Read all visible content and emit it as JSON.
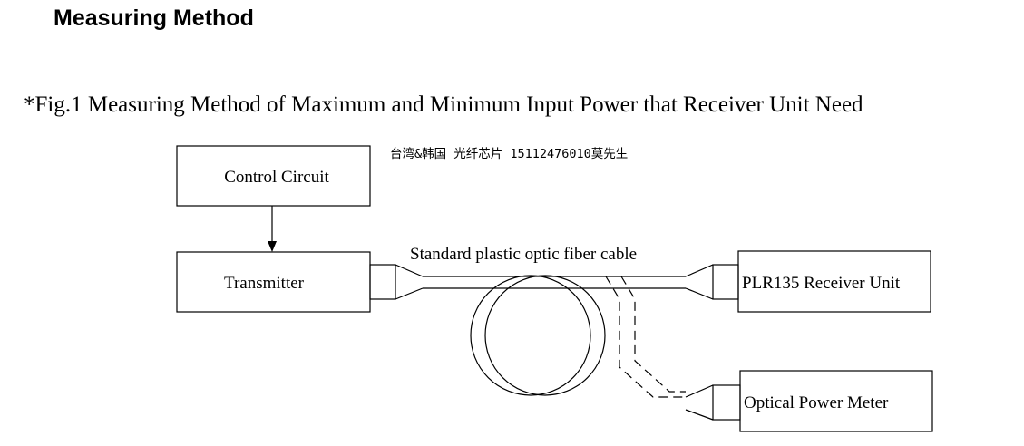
{
  "heading": "Measuring Method",
  "figure_caption": "*Fig.1 Measuring Method of Maximum and Minimum Input Power that Receiver Unit Need",
  "watermark_text": "台湾&韩国 光纤芯片 15112476010莫先生",
  "diagram": {
    "control_circuit_label": "Control Circuit",
    "transmitter_label": "Transmitter",
    "cable_label": "Standard plastic optic fiber cable",
    "receiver_label": "PLR135 Receiver Unit",
    "power_meter_label": "Optical Power Meter"
  }
}
